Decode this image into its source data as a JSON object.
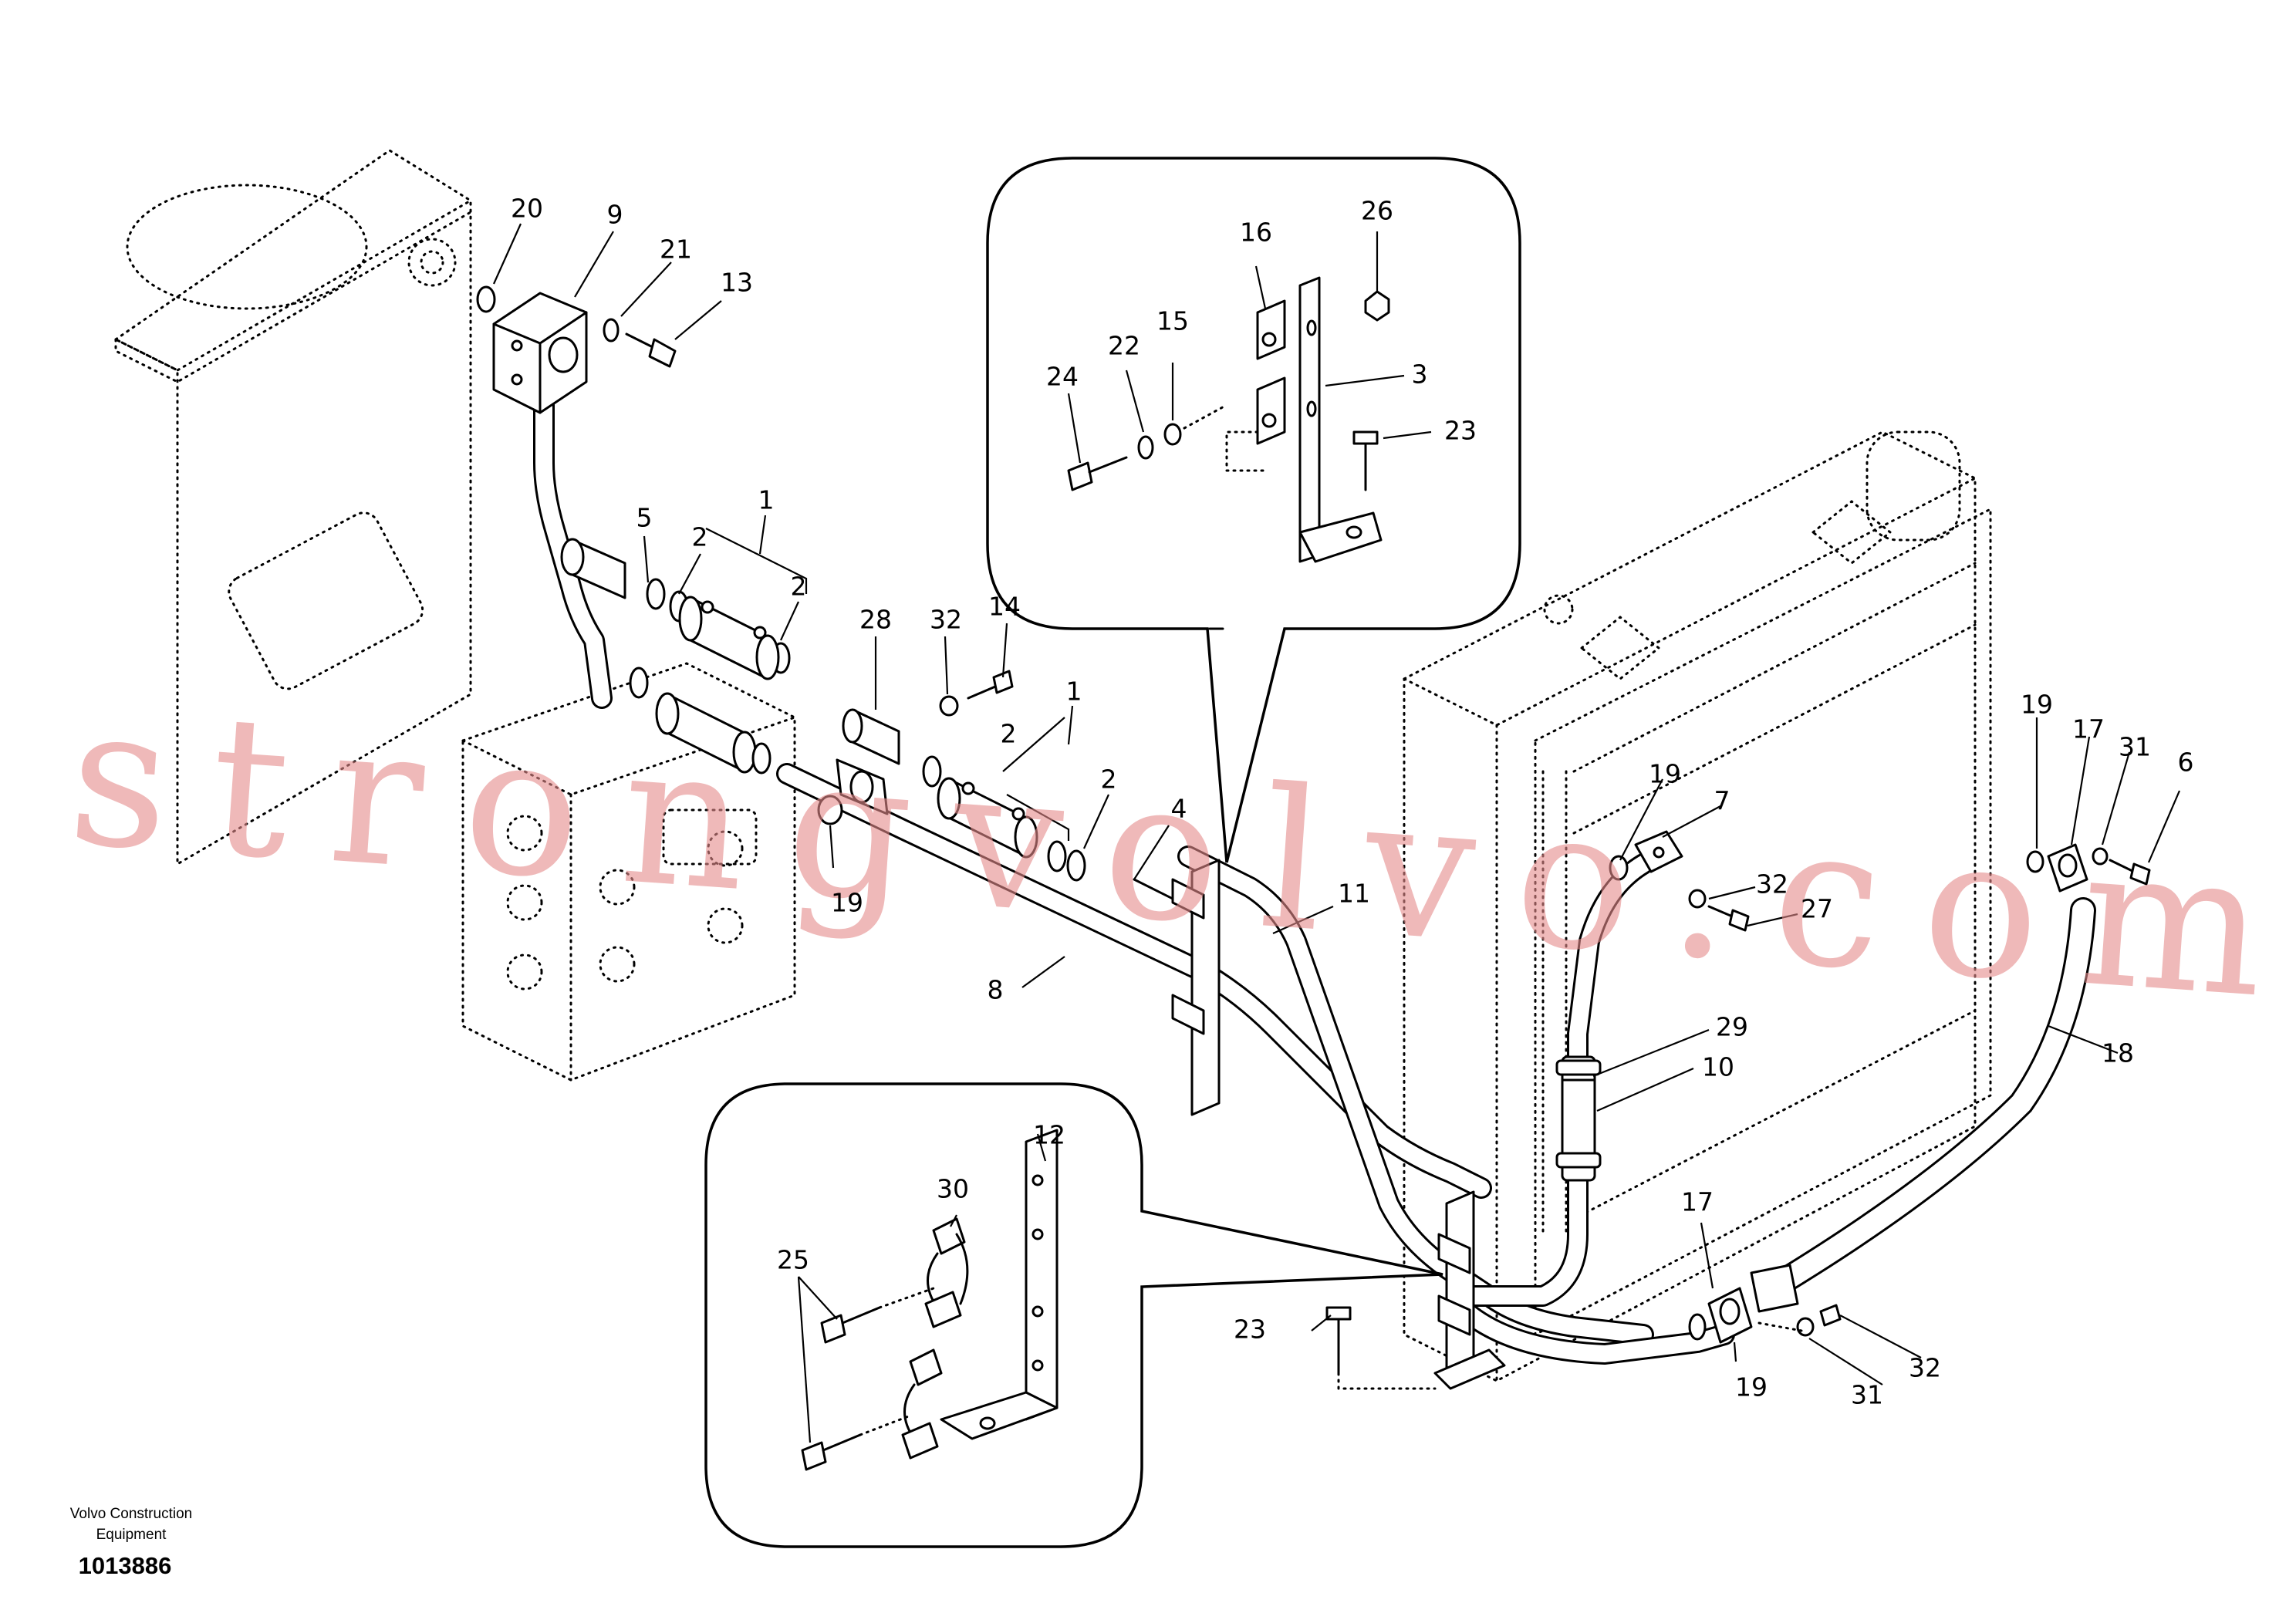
{
  "credit": {
    "line1": "Volvo Construction",
    "line2": "Equipment"
  },
  "document_number": "1013886",
  "watermark": "strongvolvo.com",
  "part_labels": {
    "p1a": "1",
    "p1b": "1",
    "p2a": "2",
    "p2b": "2",
    "p2c": "2",
    "p2d": "2",
    "p3": "3",
    "p4": "4",
    "p5": "5",
    "p6": "6",
    "p7": "7",
    "p8": "8",
    "p9": "9",
    "p10": "10",
    "p11": "11",
    "p12": "12",
    "p13": "13",
    "p14": "14",
    "p15": "15",
    "p16": "16",
    "p17a": "17",
    "p17b": "17",
    "p18": "18",
    "p19a": "19",
    "p19b": "19",
    "p19c": "19",
    "p19d": "19",
    "p20": "20",
    "p21": "21",
    "p22": "22",
    "p23a": "23",
    "p23b": "23",
    "p24": "24",
    "p25": "25",
    "p26": "26",
    "p27": "27",
    "p28": "28",
    "p29": "29",
    "p30": "30",
    "p31a": "31",
    "p31b": "31",
    "p32a": "32",
    "p32b": "32",
    "p32c": "32"
  }
}
